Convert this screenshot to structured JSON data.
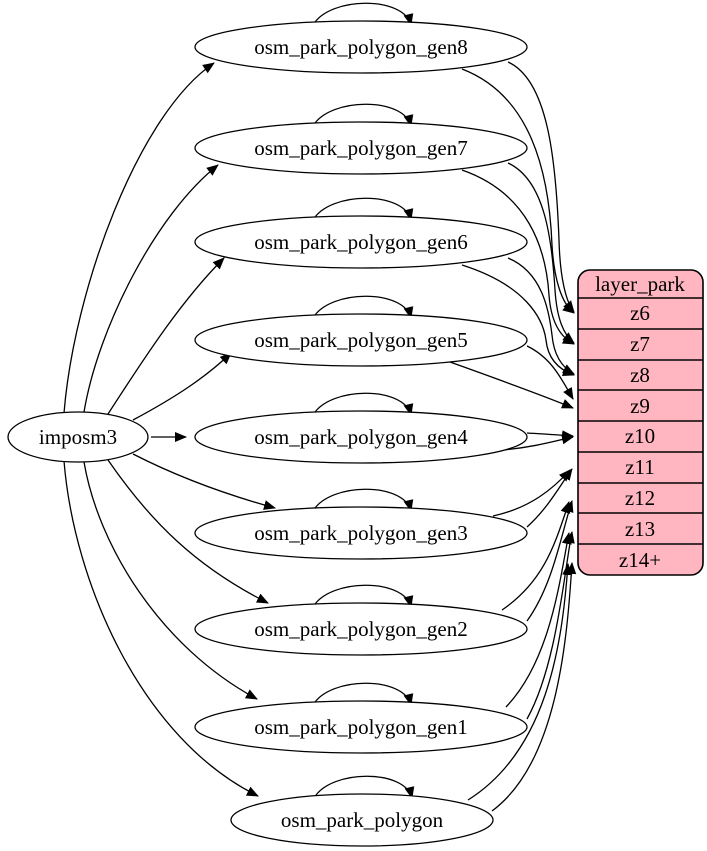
{
  "diagram": {
    "background": "#ffffff",
    "source_node": {
      "label": "imposm3"
    },
    "table_nodes": [
      {
        "label": "osm_park_polygon_gen8",
        "feeds": "z6"
      },
      {
        "label": "osm_park_polygon_gen7",
        "feeds": "z7"
      },
      {
        "label": "osm_park_polygon_gen6",
        "feeds": "z8"
      },
      {
        "label": "osm_park_polygon_gen5",
        "feeds": "z9"
      },
      {
        "label": "osm_park_polygon_gen4",
        "feeds": "z10"
      },
      {
        "label": "osm_park_polygon_gen3",
        "feeds": "z11"
      },
      {
        "label": "osm_park_polygon_gen2",
        "feeds": "z12"
      },
      {
        "label": "osm_park_polygon_gen1",
        "feeds": "z13"
      },
      {
        "label": "osm_park_polygon",
        "feeds": "z14+"
      }
    ],
    "layer_node": {
      "title": "layer_park",
      "rows": [
        "z6",
        "z7",
        "z8",
        "z9",
        "z10",
        "z11",
        "z12",
        "z13",
        "z14+"
      ],
      "fill": "#ffb6c1",
      "stroke": "#000000"
    },
    "node_style": {
      "fill": "#ffffff",
      "stroke": "#000000"
    },
    "edges": {
      "source_to_tables": [
        "osm_park_polygon_gen8",
        "osm_park_polygon_gen7",
        "osm_park_polygon_gen6",
        "osm_park_polygon_gen5",
        "osm_park_polygon_gen4",
        "osm_park_polygon_gen3",
        "osm_park_polygon_gen2",
        "osm_park_polygon_gen1",
        "osm_park_polygon"
      ],
      "self_loops": [
        "osm_park_polygon_gen8",
        "osm_park_polygon_gen7",
        "osm_park_polygon_gen6",
        "osm_park_polygon_gen5",
        "osm_park_polygon_gen4",
        "osm_park_polygon_gen3",
        "osm_park_polygon_gen2",
        "osm_park_polygon_gen1",
        "osm_park_polygon"
      ],
      "tables_to_layer": [
        {
          "from": "osm_park_polygon_gen8",
          "to": "z6"
        },
        {
          "from": "osm_park_polygon_gen7",
          "to": "z7"
        },
        {
          "from": "osm_park_polygon_gen6",
          "to": "z8"
        },
        {
          "from": "osm_park_polygon_gen5",
          "to": "z9"
        },
        {
          "from": "osm_park_polygon_gen4",
          "to": "z10"
        },
        {
          "from": "osm_park_polygon_gen3",
          "to": "z11"
        },
        {
          "from": "osm_park_polygon_gen2",
          "to": "z12"
        },
        {
          "from": "osm_park_polygon_gen1",
          "to": "z13"
        },
        {
          "from": "osm_park_polygon",
          "to": "z14+"
        }
      ]
    }
  }
}
